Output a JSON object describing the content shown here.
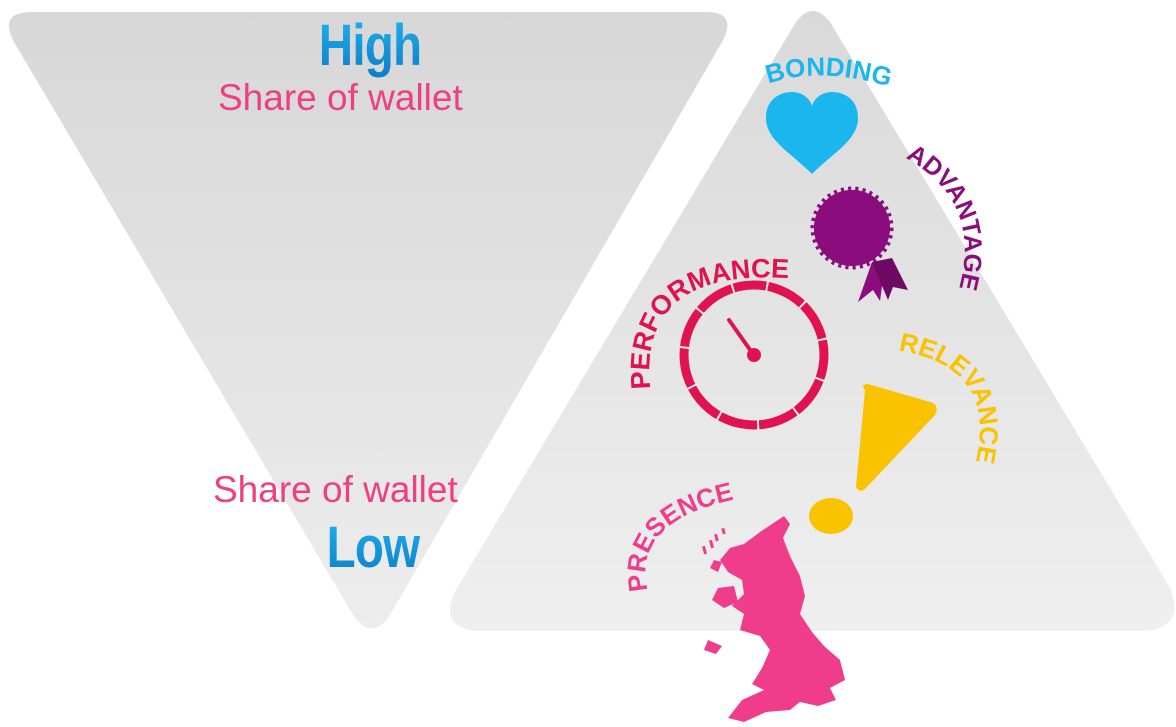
{
  "left_funnel": {
    "top_level": "High",
    "top_caption": "Share of wallet",
    "bottom_caption": "Share of wallet",
    "bottom_level": "Low"
  },
  "pyramid_stages": [
    {
      "id": "bonding",
      "label": "BONDING",
      "color": "#1ab7ee",
      "icon": "heart-icon"
    },
    {
      "id": "advantage",
      "label": "ADVANTAGE",
      "color": "#8b0d7d",
      "icon": "rosette-icon"
    },
    {
      "id": "performance",
      "label": "PERFORMANCE",
      "color": "#e0124f",
      "icon": "gauge-icon"
    },
    {
      "id": "relevance",
      "label": "RELEVANCE",
      "color": "#f9c300",
      "icon": "exclamation-icon"
    },
    {
      "id": "presence",
      "label": "PRESENCE",
      "color": "#ef3d8c",
      "icon": "uk-map-icon"
    }
  ],
  "colors": {
    "panel_gray": "#dcdcdc",
    "level_blue": "#1a9de0",
    "caption_pink": "#ee3f7f"
  }
}
